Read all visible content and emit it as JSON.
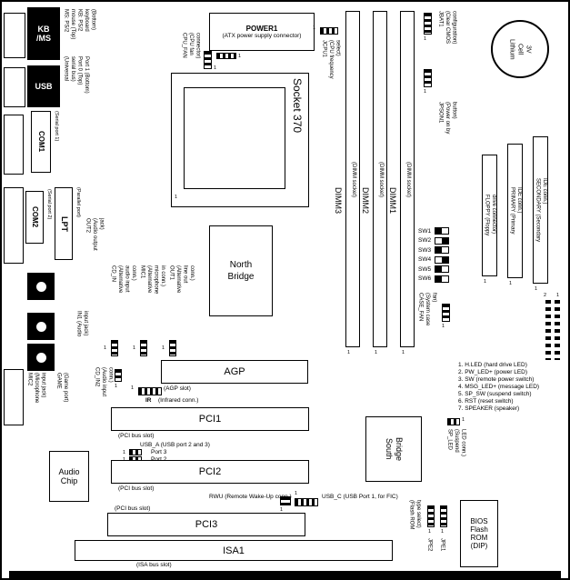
{
  "diagram": {
    "pin1": "1",
    "front_panel": {
      "pin_even": "2",
      "pin_odd": "1"
    },
    "kbms_label": "KB\n/MS",
    "kbms_desc": "MS: PS/2\nmouse (Top)\nKB: PS/2\nkeyboard\n(Bottom)",
    "usb_label": "USB",
    "usb_desc": "(Universal\nserial bus)\nPort 0 (Top)\nPort 1 (Bottom)",
    "com1_label": "COM1",
    "com1_desc": "(Serial port 1)",
    "com2_label": "COM2",
    "com2_desc": "(Serial port 2)",
    "lpt_label": "LPT",
    "lpt_desc": "(Parallel port)",
    "out2": "OUT2\n(Audio output\njack)",
    "in1": "IN1 (Audio\ninput jack)",
    "mic2": "MIC2\n(Microphone\ninput jack)",
    "game": "GAME\n(Game port)",
    "audio_chip": "Audio\nChip",
    "cd_in": "CD_IN\n(Alternative\naudio input\nconn.)",
    "mic1": "MIC1\n(Alternative\nmicrophone\nin conn.)",
    "out1": "OUT1\n(Alternative\nline out\nconn.)",
    "cd_in2": "CD_IN2\n(Audio input\nconn.)",
    "ir_label": "IR",
    "ir_desc": "(Infrared conn.)",
    "power1_label": "POWER1",
    "power1_desc": "(ATX power\nsupply connector)",
    "cpu_fan": "CPU_FAN\n(CPU fan\nconnector)",
    "socket": "Socket 370",
    "jcpu1": "JCPU1\n(CPU frequency\nselect)",
    "dimm1": "DIMM1",
    "dimm2": "DIMM2",
    "dimm3": "DIMM3",
    "dimm_socket": "(DIMM socket)",
    "jbat1": "JBAT1\n(Clear CMOS\nconfiguration)",
    "jpson1": "JPSON1\n(Power on by\nbutton)",
    "battery": "Lithium\nCell\n3V",
    "floppy": "FLOPPY (Floppy\ndrive connector)",
    "primary": "PRIMARY (Primary\nIDE conn.)",
    "secondary": "SECONDARY (Secondary\nIDE conn.)",
    "switches": [
      "SW1",
      "SW2",
      "SW3",
      "SW4",
      "SW5",
      "SW6"
    ],
    "case_fan": "CASE_FAN\n(System case\nfan)",
    "legend": [
      "1. H.LED (hard drive LED)",
      "2. PW_LED+ (power LED)",
      "3. SW (remote power switch)",
      "4. MSG_LED+ (message LED)",
      "5. SP_SW (suspend switch)",
      "6. RST (reset switch)",
      "7. SPEAKER (speaker)"
    ],
    "north": "North\nBridge",
    "south": "South\nBridge",
    "agp": "AGP",
    "agp_desc": "(AGP slot)",
    "pci1": "PCI1",
    "pci2": "PCI2",
    "pci3": "PCI3",
    "pci_desc": "(PCI bus slot)",
    "isa1": "ISA1",
    "isa_desc": "(ISA bus slot)",
    "usb_a": "USB_A (USB port 2 and 3)",
    "port3": "Port 3",
    "port2": "Port 2",
    "rwu": "RWU (Remote\nWake-Up conn.)",
    "usb_c": "USB_C\n(USB Port 1, for FIC)",
    "sp_led": "SP_LED\n(Suspend\nLED conn.)",
    "flash_rom": "(Flash ROM\ntype select)",
    "jpe1": "JPE1",
    "jpe2": "JPE2",
    "bios": "BIOS\nFlash\nROM\n(DIP)"
  }
}
